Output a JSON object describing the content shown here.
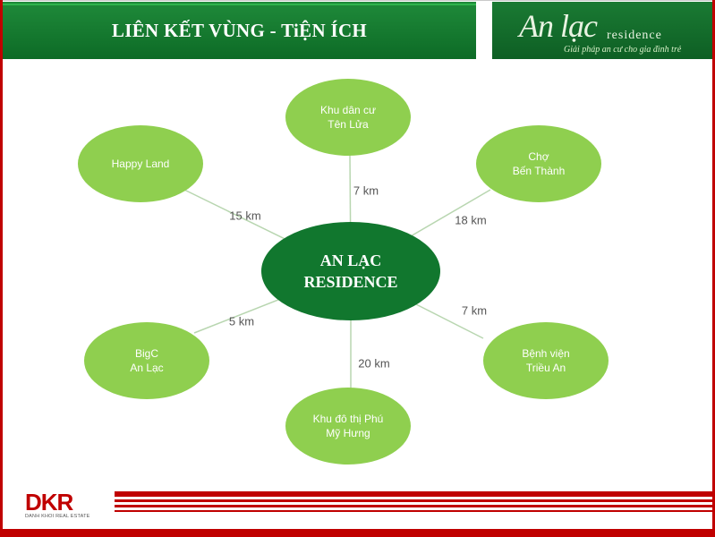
{
  "header": {
    "title": "LIÊN KẾT VÙNG - TiỆN ÍCH"
  },
  "logo": {
    "main": "An lạc",
    "sub": "residence",
    "tagline": "Giải pháp an cư cho gia đình trẻ"
  },
  "diagram": {
    "center": {
      "line1": "AN LẠC",
      "line2": "RESIDENCE"
    },
    "nodes": [
      {
        "line1": "Khu dân cư",
        "line2": "Tên Lửa",
        "distance": "7 km"
      },
      {
        "line1": "Chợ",
        "line2": "Bến Thành",
        "distance": "18 km"
      },
      {
        "line1": "Bệnh viện",
        "line2": "Triều An",
        "distance": "7 km"
      },
      {
        "line1": "Khu đô thị Phú",
        "line2": "Mỹ Hưng",
        "distance": "20 km"
      },
      {
        "line1": "BigC",
        "line2": "An Lạc",
        "distance": "5 km"
      },
      {
        "line1": "Happy Land",
        "line2": "",
        "distance": "15 km"
      }
    ],
    "colors": {
      "center": "#11772e",
      "node": "#8fcf4f",
      "line": "#b8d6b0"
    }
  },
  "footer": {
    "brand": "DKR",
    "brand_sub": "DANH KHOI REAL ESTATE"
  }
}
